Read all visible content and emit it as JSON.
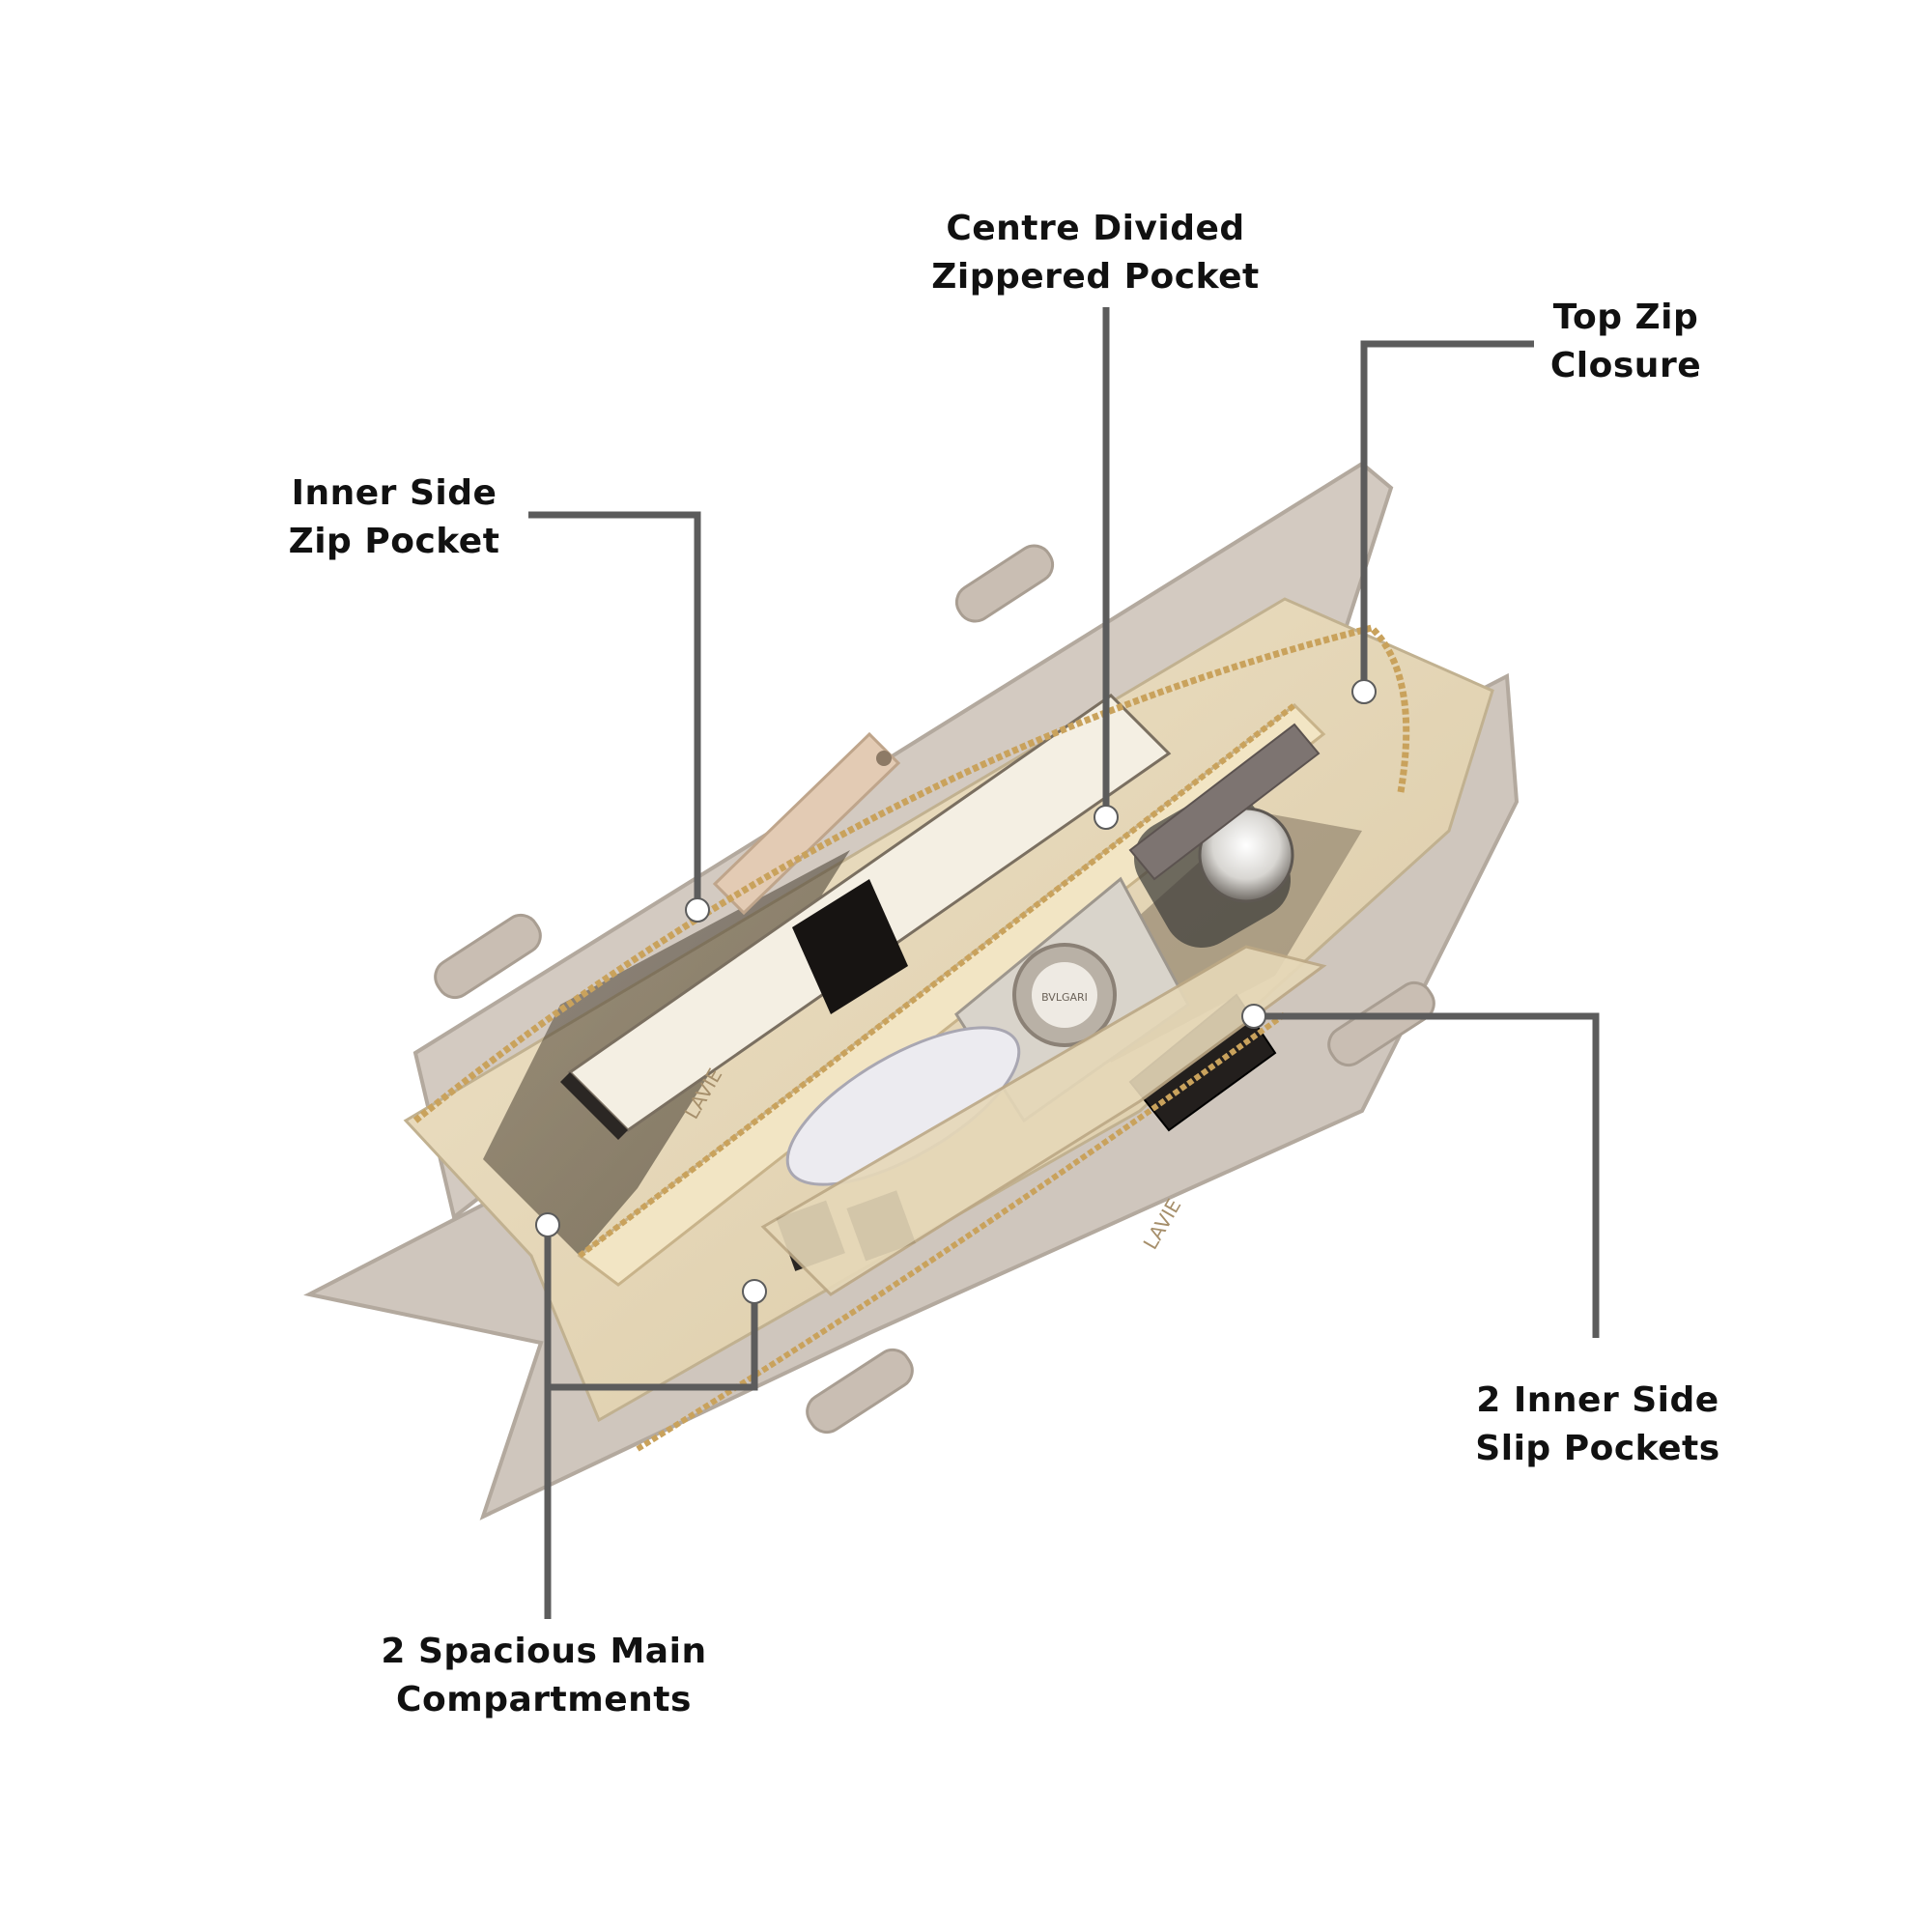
{
  "callouts": [
    {
      "id": "centre-divided-zippered-pocket",
      "lines": [
        "Centre Divided",
        "Zippered Pocket"
      ]
    },
    {
      "id": "top-zip-closure",
      "lines": [
        "Top Zip",
        "Closure"
      ]
    },
    {
      "id": "inner-side-zip-pocket",
      "lines": [
        "Inner Side",
        "Zip Pocket"
      ]
    },
    {
      "id": "inner-side-slip-pockets",
      "lines": [
        "2 Inner Side",
        "Slip Pockets"
      ]
    },
    {
      "id": "spacious-main-compartments",
      "lines": [
        "2 Spacious Main",
        "Compartments"
      ]
    }
  ],
  "product": {
    "brand_print": "LAVIE",
    "accessory_print": "BVLGARI"
  },
  "colors": {
    "background": "#ffffff",
    "leader_line": "#5c5c5c",
    "label_text": "#111111",
    "bag_exterior": "#cfc6bd",
    "bag_lining": "#e9dcc0",
    "zipper": "#c9a25c"
  }
}
